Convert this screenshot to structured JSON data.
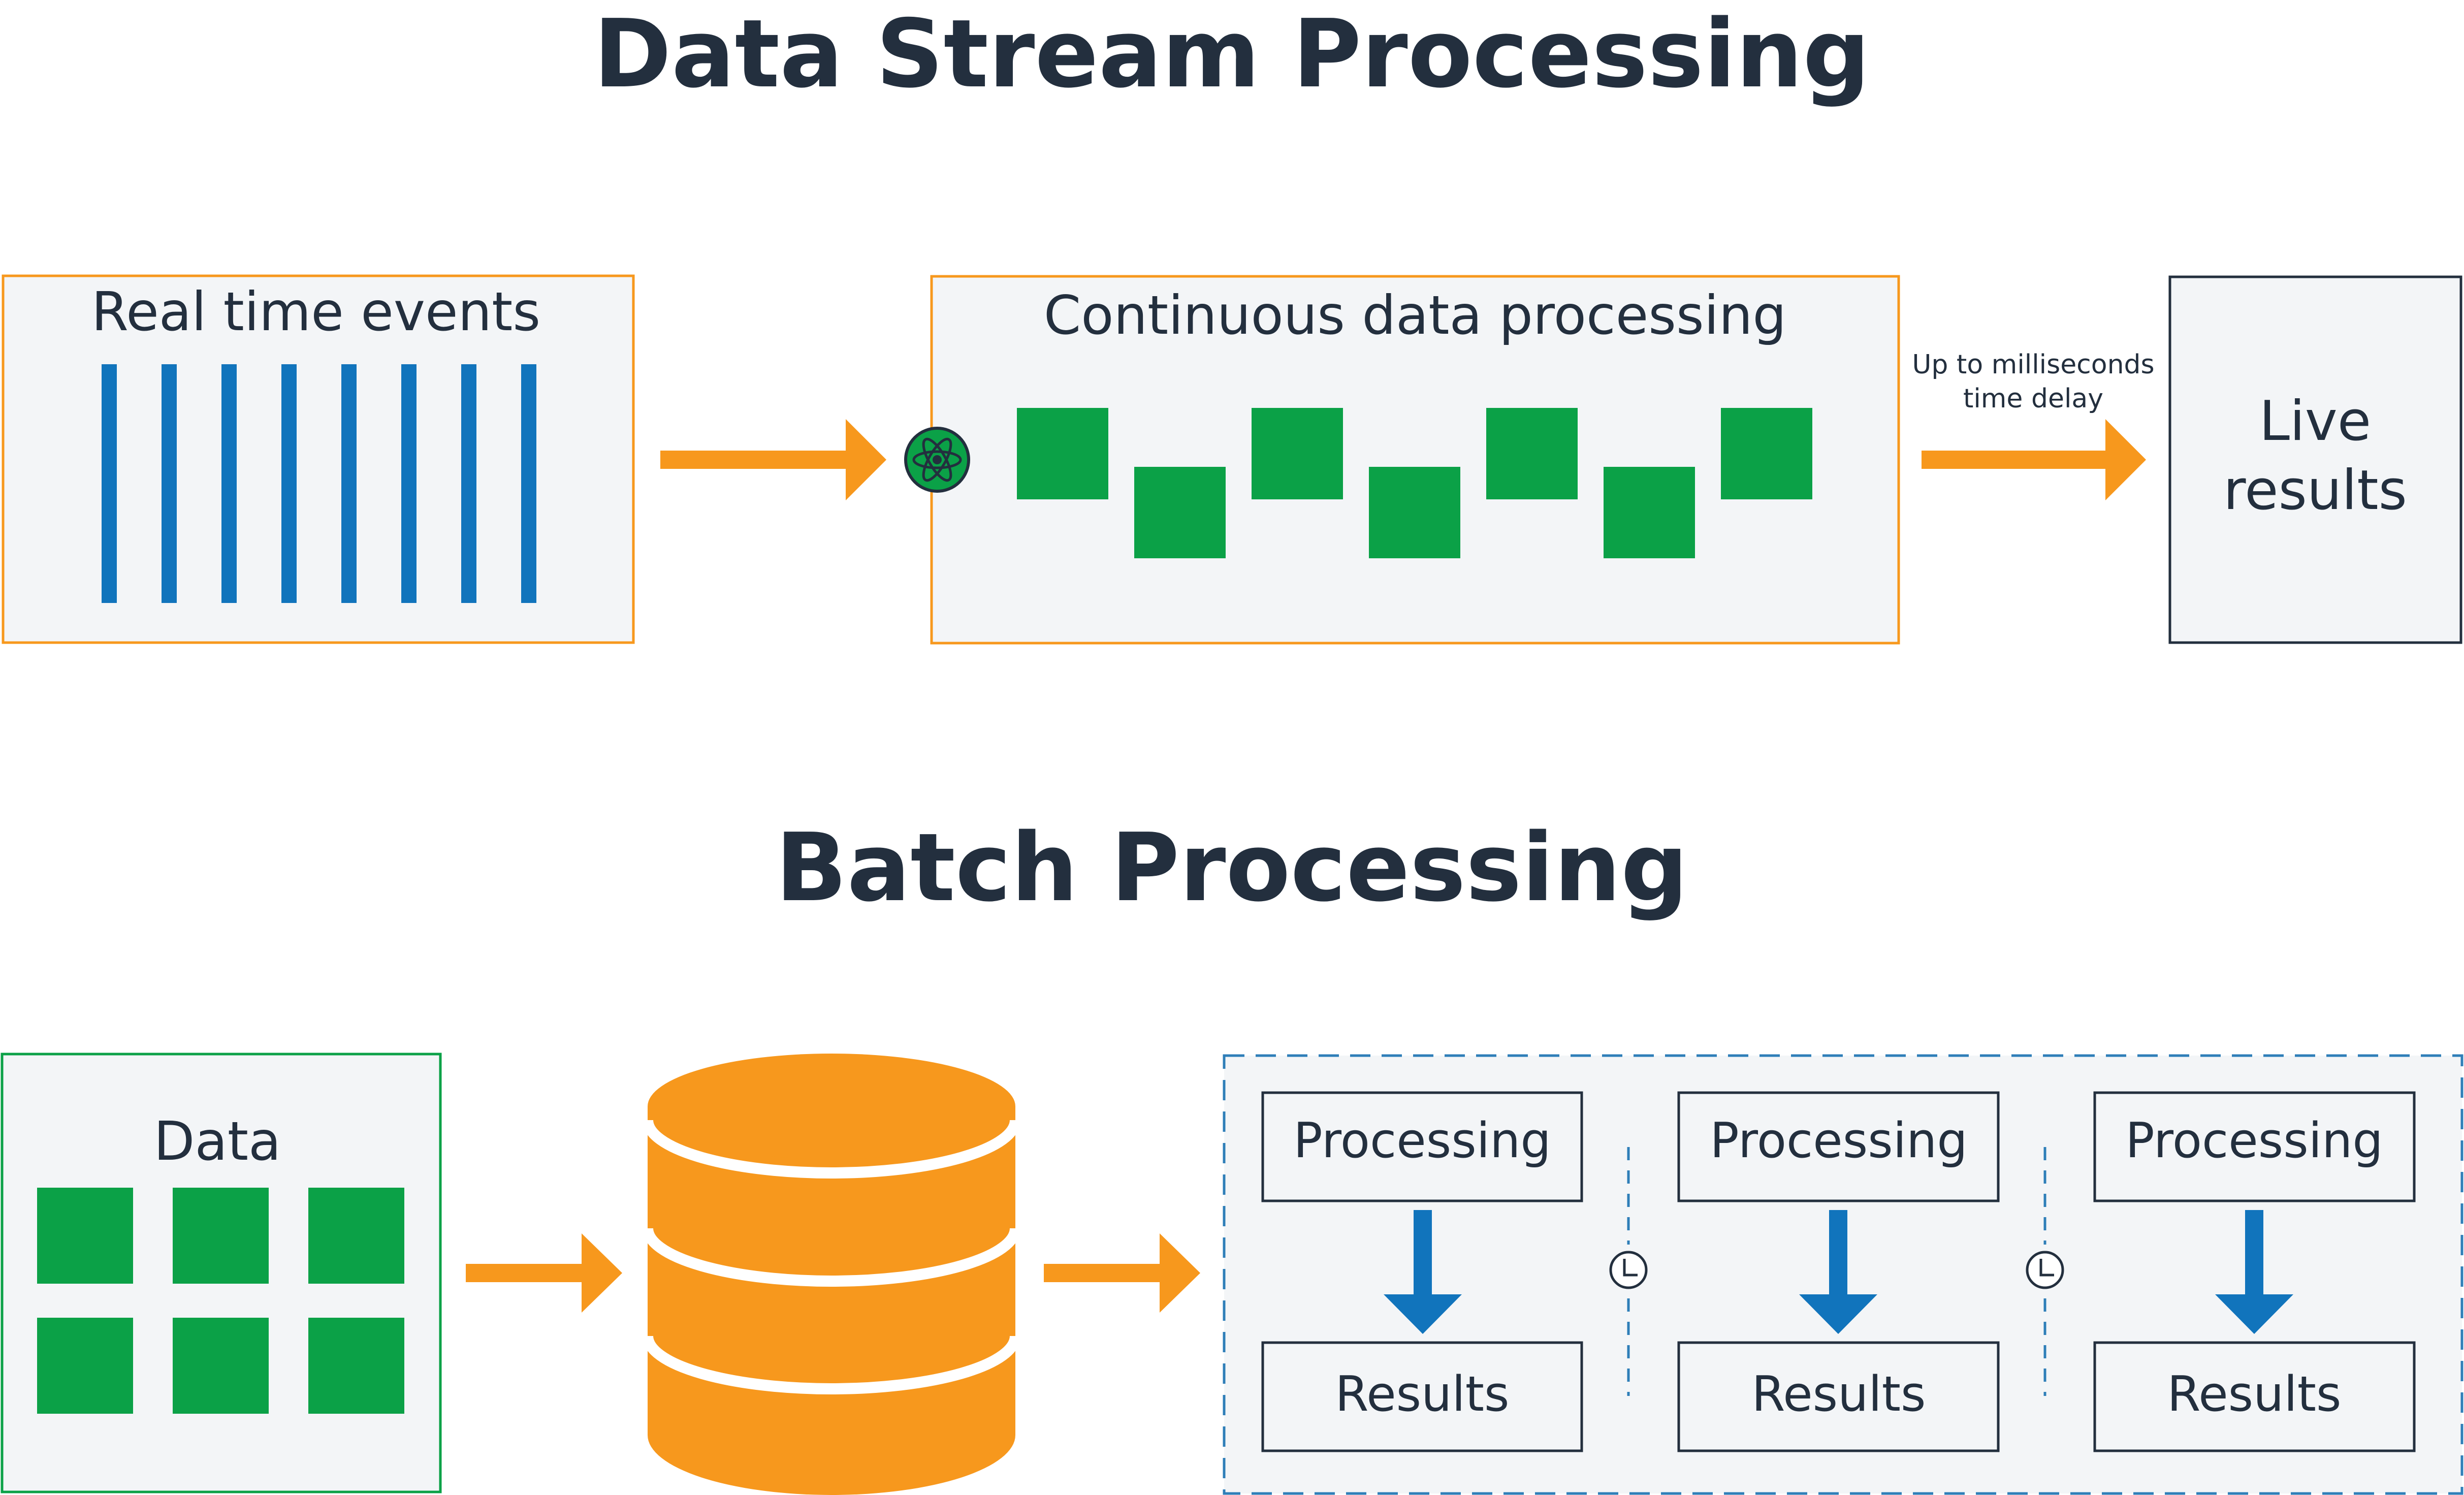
{
  "stream": {
    "title": "Data Stream Processing",
    "events_label": "Real time events",
    "processing_label": "Continuous data processing",
    "delay_line1": "Up to milliseconds",
    "delay_line2": "time delay",
    "results_line1": "Live",
    "results_line2": "results"
  },
  "batch": {
    "title": "Batch Processing",
    "data_label": "Data",
    "stages": [
      {
        "processing": "Processing",
        "results": "Results"
      },
      {
        "processing": "Processing",
        "results": "Results"
      },
      {
        "processing": "Processing",
        "results": "Results"
      }
    ]
  },
  "colors": {
    "text": "#232f3e",
    "orange": "#f7981d",
    "blue": "#1174bc",
    "green": "#0ba147",
    "panel": "#f3f5f7",
    "dashed_border": "#2e7eb8"
  },
  "icons": [
    "event-stream-icon",
    "stream-processor-icon",
    "database-icon",
    "clock-icon",
    "arrow-right-icon",
    "arrow-down-icon"
  ]
}
